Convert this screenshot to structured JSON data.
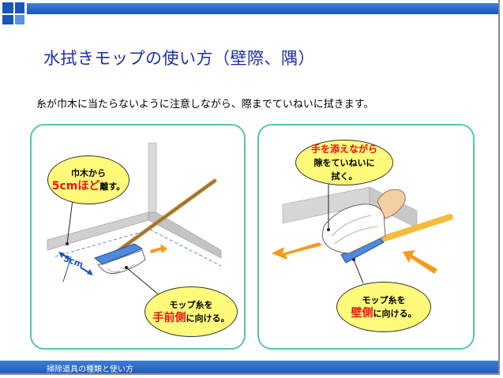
{
  "title": "水拭きモップの使い方（壁際、隅）",
  "subtitle": "糸が巾木に当たらないように注意しながら、際までていねいに拭きます。",
  "left_panel": {
    "bubble_top": {
      "line1": "巾木から",
      "highlight": "5cmほど",
      "line2_rest": "離す。"
    },
    "measure_label": "5cm",
    "bubble_bottom": {
      "line1": "モップ糸を",
      "highlight": "手前側",
      "line2_rest": "に向ける。"
    }
  },
  "right_panel": {
    "bubble_top": {
      "highlight": "手を添えながら",
      "line2": "隙をていねいに",
      "line3": "拭く。"
    },
    "bubble_bottom": {
      "line1": "モップ糸を",
      "highlight": "壁側",
      "line2_rest": "に向ける。"
    }
  },
  "footer": {
    "text": "掃除道具の種類と使い方"
  },
  "colors": {
    "accent_blue": "#1a56b9",
    "title_blue": "#1f2ea8",
    "panel_border": "#58c7a6",
    "bubble_fill": "#fffa7a",
    "highlight_red": "#e21515",
    "arrow_orange": "#f59a1a"
  }
}
